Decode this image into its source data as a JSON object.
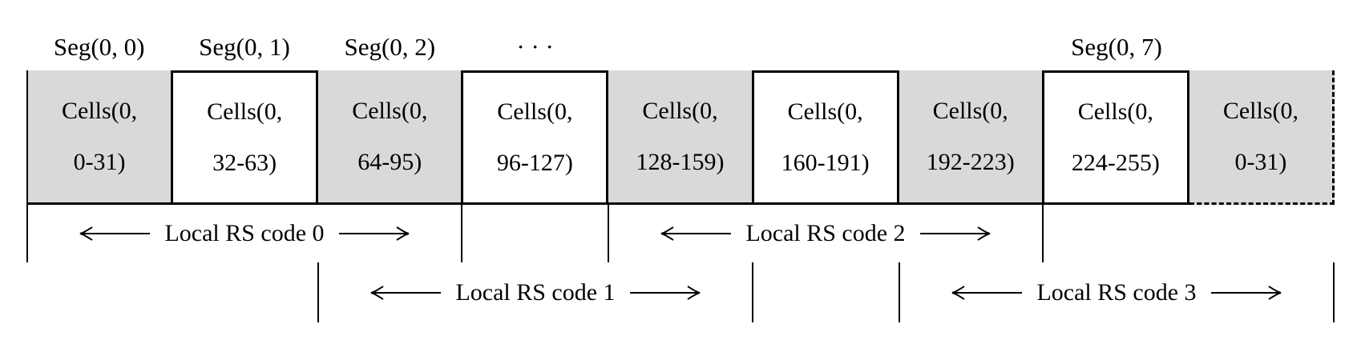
{
  "colors": {
    "background": "#ffffff",
    "cell_shaded": "#d9d9d9",
    "cell_white": "#ffffff",
    "line": "#000000"
  },
  "seg_labels": [
    "Seg(0, 0)",
    "Seg(0, 1)",
    "Seg(0, 2)",
    "· · ·",
    "",
    "",
    "",
    "Seg(0, 7)",
    ""
  ],
  "cells": [
    {
      "line1": "Cells(0,",
      "line2": "0-31)",
      "shaded": true,
      "boxed": false,
      "wrap": false
    },
    {
      "line1": "Cells(0,",
      "line2": "32-63)",
      "shaded": false,
      "boxed": true,
      "wrap": false
    },
    {
      "line1": "Cells(0,",
      "line2": "64-95)",
      "shaded": true,
      "boxed": false,
      "wrap": false
    },
    {
      "line1": "Cells(0,",
      "line2": "96-127)",
      "shaded": false,
      "boxed": true,
      "wrap": false
    },
    {
      "line1": "Cells(0,",
      "line2": "128-159)",
      "shaded": true,
      "boxed": false,
      "wrap": false
    },
    {
      "line1": "Cells(0,",
      "line2": "160-191)",
      "shaded": false,
      "boxed": true,
      "wrap": false
    },
    {
      "line1": "Cells(0,",
      "line2": "192-223)",
      "shaded": true,
      "boxed": false,
      "wrap": false
    },
    {
      "line1": "Cells(0,",
      "line2": "224-255)",
      "shaded": false,
      "boxed": true,
      "wrap": false
    },
    {
      "line1": "Cells(0,",
      "line2": "0-31)",
      "shaded": true,
      "boxed": false,
      "wrap": true
    }
  ],
  "rs_codes": [
    {
      "label": "Local RS code 0"
    },
    {
      "label": "Local RS code 1"
    },
    {
      "label": "Local RS code 2"
    },
    {
      "label": "Local RS code 3"
    }
  ]
}
